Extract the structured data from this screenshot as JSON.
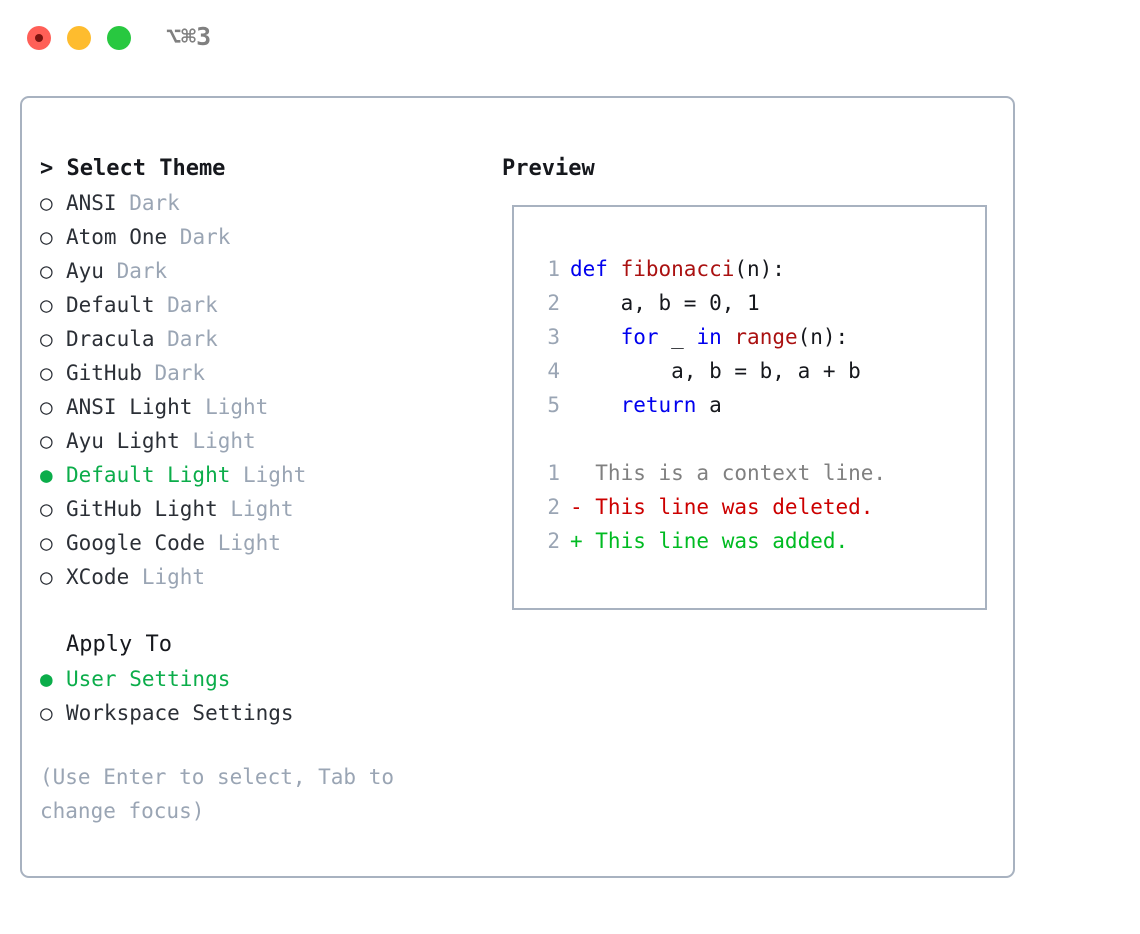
{
  "titlebar": {
    "shortcut": "⌥⌘3",
    "traffic_lights": [
      "close",
      "minimize",
      "zoom"
    ],
    "colors": {
      "close": "#ff5f57",
      "minimize": "#febc2e",
      "zoom": "#28c840"
    }
  },
  "theme_picker": {
    "header": "> Select Theme",
    "items": [
      {
        "bullet": "○",
        "name": "ANSI",
        "tag": "Dark",
        "selected": false
      },
      {
        "bullet": "○",
        "name": "Atom One",
        "tag": "Dark",
        "selected": false
      },
      {
        "bullet": "○",
        "name": "Ayu",
        "tag": "Dark",
        "selected": false
      },
      {
        "bullet": "○",
        "name": "Default",
        "tag": "Dark",
        "selected": false
      },
      {
        "bullet": "○",
        "name": "Dracula",
        "tag": "Dark",
        "selected": false
      },
      {
        "bullet": "○",
        "name": "GitHub",
        "tag": "Dark",
        "selected": false
      },
      {
        "bullet": "○",
        "name": "ANSI Light",
        "tag": "Light",
        "selected": false
      },
      {
        "bullet": "○",
        "name": "Ayu Light",
        "tag": "Light",
        "selected": false
      },
      {
        "bullet": "●",
        "name": "Default Light",
        "tag": "Light",
        "selected": true
      },
      {
        "bullet": "○",
        "name": "GitHub Light",
        "tag": "Light",
        "selected": false
      },
      {
        "bullet": "○",
        "name": "Google Code",
        "tag": "Light",
        "selected": false
      },
      {
        "bullet": "○",
        "name": "XCode",
        "tag": "Light",
        "selected": false
      }
    ]
  },
  "apply_to": {
    "header": "Apply To",
    "items": [
      {
        "bullet": "●",
        "name": "User Settings",
        "selected": true
      },
      {
        "bullet": "○",
        "name": "Workspace Settings",
        "selected": false
      }
    ]
  },
  "hint": "(Use Enter to select, Tab to change focus)",
  "preview": {
    "title": "Preview",
    "code_lines": [
      {
        "no": "1",
        "tokens": [
          {
            "t": "def ",
            "c": "kw"
          },
          {
            "t": "fibonacci",
            "c": "fn"
          },
          {
            "t": "(n):",
            "c": "pl"
          }
        ]
      },
      {
        "no": "2",
        "tokens": [
          {
            "t": "    a, b = 0, 1",
            "c": "pl"
          }
        ]
      },
      {
        "no": "3",
        "tokens": [
          {
            "t": "    ",
            "c": "pl"
          },
          {
            "t": "for",
            "c": "kw"
          },
          {
            "t": " _ ",
            "c": "pl"
          },
          {
            "t": "in",
            "c": "kw"
          },
          {
            "t": " ",
            "c": "pl"
          },
          {
            "t": "range",
            "c": "fn"
          },
          {
            "t": "(n):",
            "c": "pl"
          }
        ]
      },
      {
        "no": "4",
        "tokens": [
          {
            "t": "        a, b = b, a + b",
            "c": "pl"
          }
        ]
      },
      {
        "no": "5",
        "tokens": [
          {
            "t": "    ",
            "c": "pl"
          },
          {
            "t": "return",
            "c": "kw"
          },
          {
            "t": " a",
            "c": "pl"
          }
        ]
      }
    ],
    "diff_lines": [
      {
        "no": "1",
        "marker": "  ",
        "text": "This is a context line.",
        "kind": "ctx"
      },
      {
        "no": "2",
        "marker": "- ",
        "text": "This line was deleted.",
        "kind": "del"
      },
      {
        "no": "2",
        "marker": "+ ",
        "text": "This line was added.",
        "kind": "add"
      }
    ],
    "syntax_colors": {
      "keyword": "#0000ee",
      "function": "#aa1111",
      "plain": "#16181d",
      "lineno": "#9aa5b4",
      "context": "#808080",
      "deleted": "#cc0000",
      "added": "#00bb22"
    }
  },
  "theme_colors": {
    "selected": "#0bad4a",
    "border": "#a8b2c0",
    "muted": "#9aa5b4",
    "text": "#2b2f36"
  }
}
